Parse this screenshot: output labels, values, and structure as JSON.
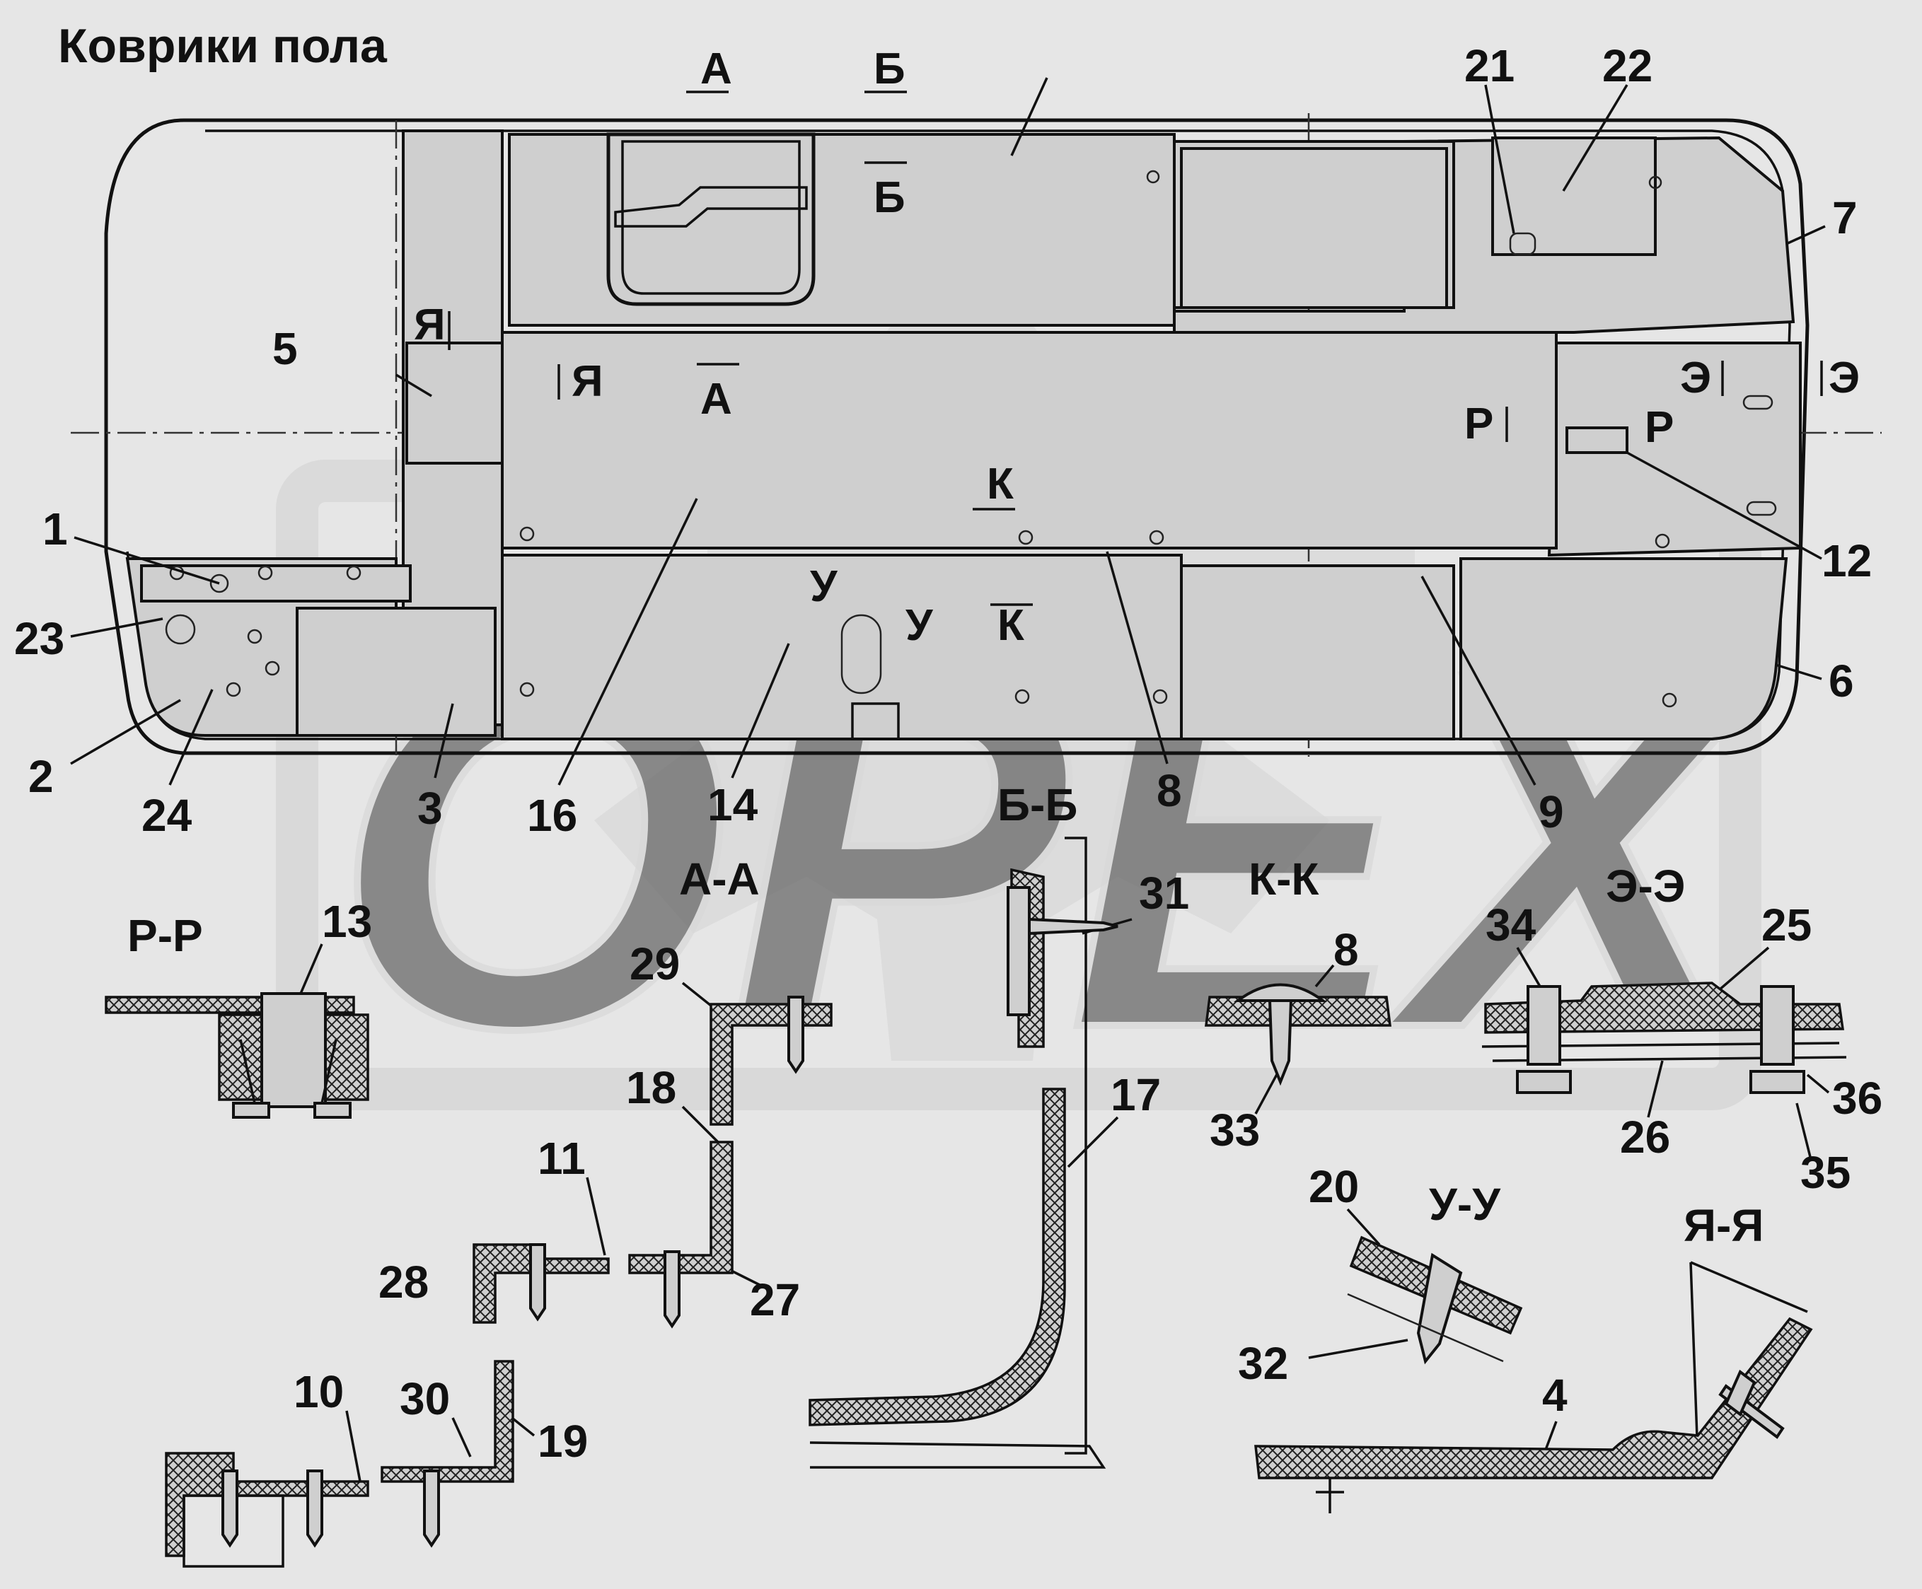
{
  "title": "Коврики пола",
  "watermark": "OPEX",
  "colors": {
    "background": "#e6e6e6",
    "line": "#111111",
    "watermark": "#d4d4d4"
  },
  "plan": {
    "section_marks": [
      "А",
      "Б",
      "Б",
      "Я",
      "Я",
      "А",
      "К",
      "К",
      "У",
      "У",
      "Р",
      "Р",
      "Э",
      "Э"
    ],
    "callouts": [
      "1",
      "2",
      "3",
      "5",
      "6",
      "7",
      "8",
      "9",
      "12",
      "14",
      "16",
      "21",
      "22",
      "23",
      "24"
    ]
  },
  "sections": {
    "pp": {
      "title": "Р-Р",
      "callouts": [
        "13"
      ]
    },
    "aa": {
      "title": "А-А",
      "callouts": [
        "29",
        "18",
        "11",
        "28",
        "27",
        "10",
        "30",
        "19"
      ]
    },
    "bb": {
      "title": "Б-Б",
      "callouts": [
        "31",
        "17"
      ]
    },
    "kk": {
      "title": "К-К",
      "callouts": [
        "8",
        "33"
      ]
    },
    "ee": {
      "title": "Э-Э",
      "callouts": [
        "34",
        "25",
        "26",
        "36",
        "35"
      ]
    },
    "uu": {
      "title": "У-У",
      "callouts": [
        "20",
        "32"
      ]
    },
    "yy": {
      "title": "Я-Я",
      "callouts": [
        "4"
      ]
    }
  }
}
